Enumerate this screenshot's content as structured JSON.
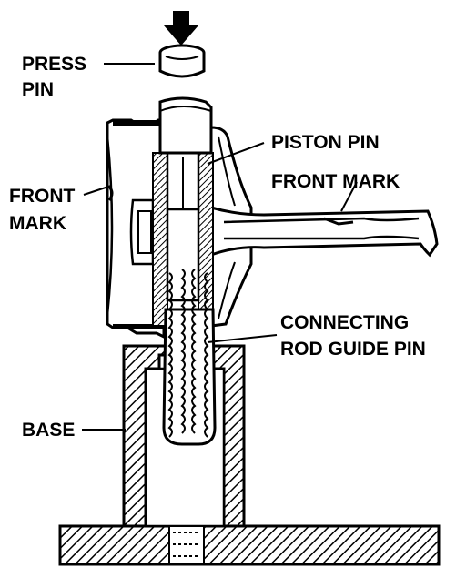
{
  "labels": {
    "press_pin_1": "PRESS",
    "press_pin_2": "PIN",
    "piston_pin": "PISTON PIN",
    "front_mark_right": "FRONT MARK",
    "front_mark_left_1": "FRONT",
    "front_mark_left_2": "MARK",
    "connecting_rod_guide_pin_1": "CONNECTING",
    "connecting_rod_guide_pin_2": "ROD GUIDE PIN",
    "base": "BASE"
  },
  "colors": {
    "ink": "#000000",
    "paper": "#ffffff"
  }
}
